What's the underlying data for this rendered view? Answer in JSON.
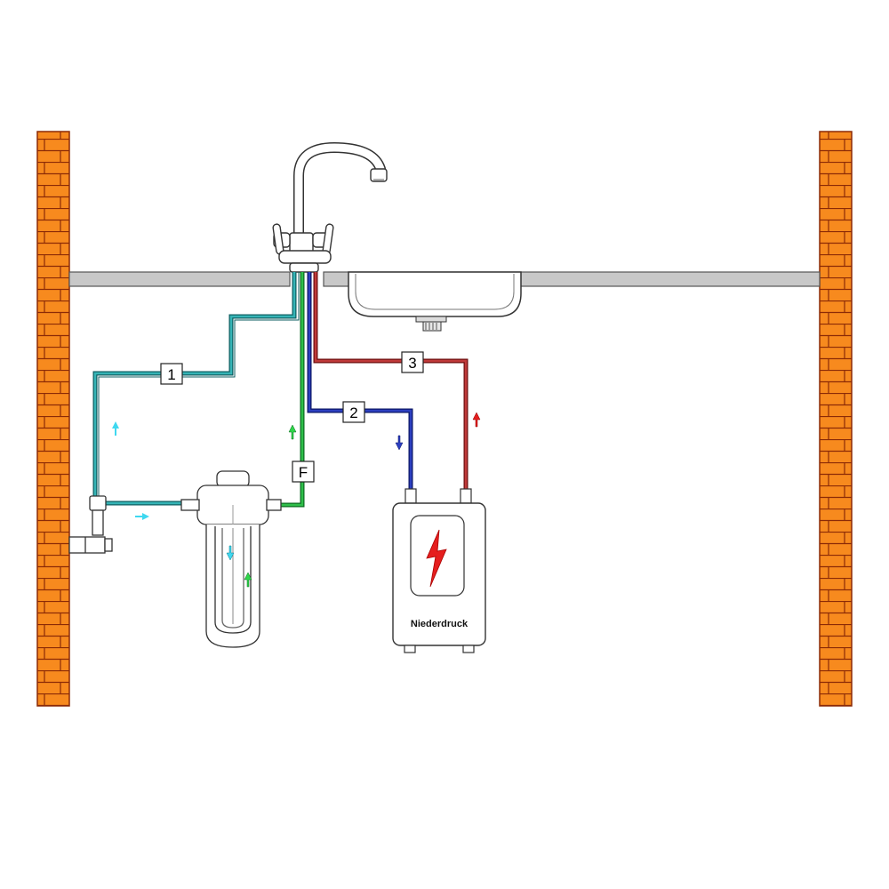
{
  "labels": {
    "line_cold": "1",
    "line_to_heater": "2",
    "line_from_heater": "3",
    "line_filtered": "F"
  },
  "heater": {
    "label": "Niederdruck",
    "icon": "lightning-bolt-icon"
  },
  "colors": {
    "brick": "#f78a1e",
    "mortar": "#8b2a06",
    "countertop": "#c8c8c8",
    "cold_line": "#138a8c",
    "cold_arrow": "#3fd8f0",
    "filtered_line": "#1aa63a",
    "filtered_arrow": "#2fd64a",
    "to_heater_line": "#1c2a9c",
    "from_heater_line": "#a32727"
  }
}
